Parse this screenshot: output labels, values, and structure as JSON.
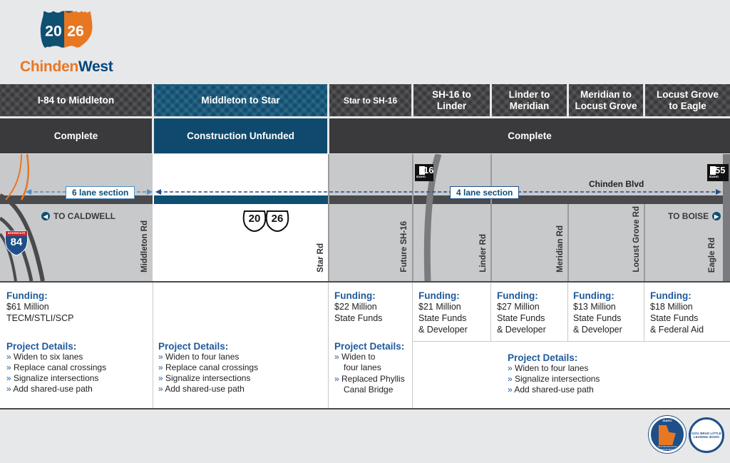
{
  "logo": {
    "num_left": "20",
    "num_right": "26",
    "text_a": "Chinden",
    "text_b": "West"
  },
  "segments": [
    {
      "header": "I-84 to Middleton"
    },
    {
      "header": "Middleton to Star"
    },
    {
      "header": "Star to SH-16"
    },
    {
      "header": "SH-16 to Linder"
    },
    {
      "header": "Linder to Meridian"
    },
    {
      "header": "Meridian to Locust Grove"
    },
    {
      "header": "Locust Grove to Eagle"
    }
  ],
  "status": {
    "s1": "Complete",
    "s2": "Construction Unfunded",
    "s3": "Complete"
  },
  "map": {
    "six_lane": "6 lane section",
    "four_lane": "4 lane section",
    "chinden": "Chinden Blvd",
    "to_caldwell": "TO CALDWELL",
    "to_boise": "TO BOISE",
    "interstate_top": "INTERSTATE",
    "interstate_num": "84",
    "sh16": "16",
    "sh55": "55",
    "idaho": "IDAHO",
    "shield_20": "20",
    "shield_26": "26",
    "roads": [
      "Middleton Rd",
      "Star Rd",
      "Future SH-16",
      "Linder Rd",
      "Meridian Rd",
      "Locust Grove Rd",
      "Eagle Rd"
    ]
  },
  "funding_label": "Funding:",
  "funding": [
    {
      "l1": "$61 Million",
      "l2": "TECM/STLI/SCP",
      "l3": ""
    },
    {
      "l1": "$22 Million",
      "l2": "State Funds",
      "l3": ""
    },
    {
      "l1": "$21 Million",
      "l2": "State Funds",
      "l3": "& Developer"
    },
    {
      "l1": "$27 Million",
      "l2": "State Funds",
      "l3": "& Developer"
    },
    {
      "l1": "$13 Million",
      "l2": "State Funds",
      "l3": "& Developer"
    },
    {
      "l1": "$18 Million",
      "l2": "State Funds",
      "l3": "& Federal Aid"
    }
  ],
  "details_label": "Project Details:",
  "details": [
    [
      "Widen to six lanes",
      "Replace canal crossings",
      "Signalize intersections",
      "Add shared-use path"
    ],
    [
      "Widen to four lanes",
      "Replace canal crossings",
      "Signalize intersections",
      "Add shared-use path"
    ],
    [
      "Widen to four lanes",
      "Replaced Phyllis Canal Bridge"
    ],
    [
      "Widen to four lanes",
      "Signalize intersections",
      "Add shared-use path"
    ]
  ],
  "badges": {
    "itd_top": "IDAHO",
    "itd_bottom": "TRANSPORTATION DEPARTMENT",
    "gov_1": "GOV. BRAD LITTLE",
    "gov_2": "LEADING IDAHO"
  }
}
